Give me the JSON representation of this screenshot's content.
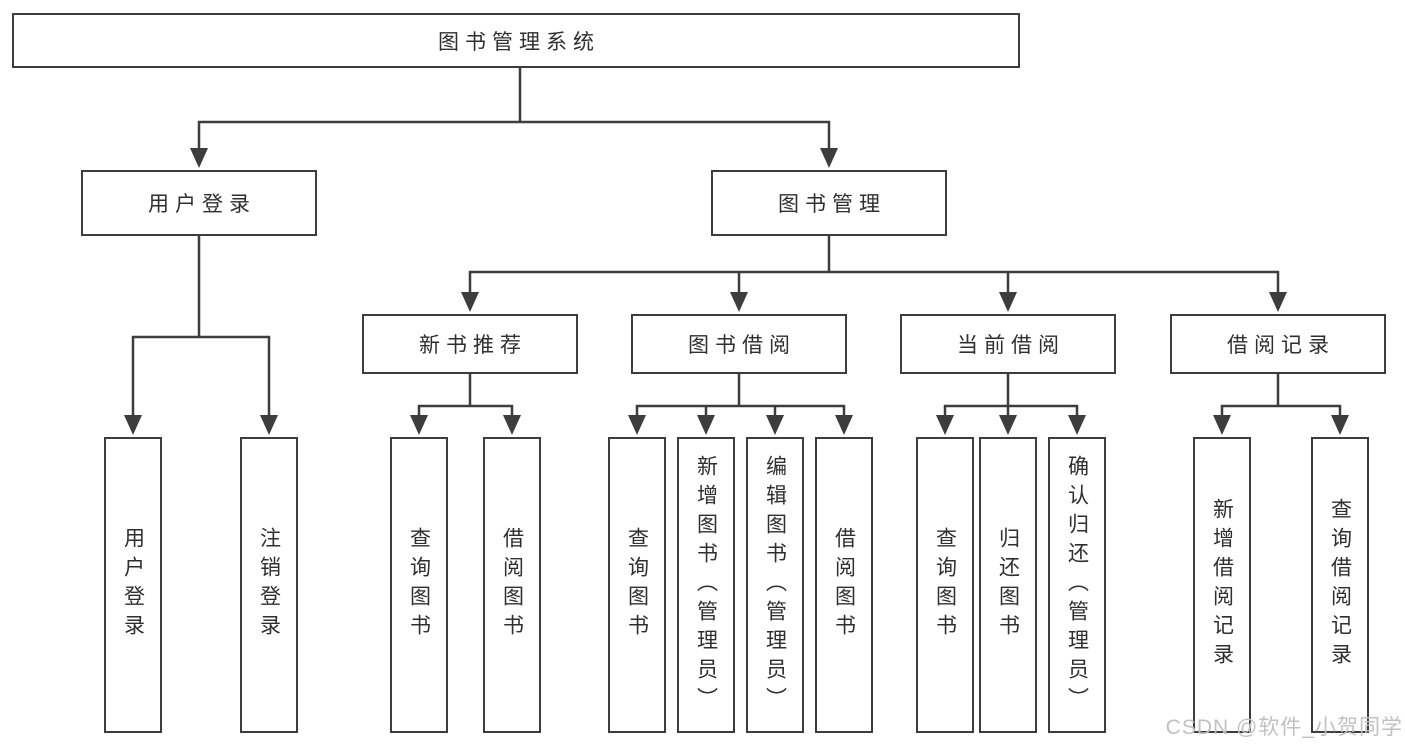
{
  "diagram": {
    "root": {
      "label": "图书管理系统"
    },
    "level2": [
      {
        "label": "用户登录",
        "children": [
          {
            "label": "用户登录"
          },
          {
            "label": "注销登录"
          }
        ]
      },
      {
        "label": "图书管理",
        "children": [
          {
            "label": "新书推荐",
            "children": [
              {
                "label": "查询图书"
              },
              {
                "label": "借阅图书"
              }
            ]
          },
          {
            "label": "图书借阅",
            "children": [
              {
                "label": "查询图书"
              },
              {
                "label": "新增图书（管理员）"
              },
              {
                "label": "编辑图书（管理员）"
              },
              {
                "label": "借阅图书"
              }
            ]
          },
          {
            "label": "当前借阅",
            "children": [
              {
                "label": "查询图书"
              },
              {
                "label": "归还图书"
              },
              {
                "label": "确认归还（管理员）"
              }
            ]
          },
          {
            "label": "借阅记录",
            "children": [
              {
                "label": "新增借阅记录"
              },
              {
                "label": "查询借阅记录"
              }
            ]
          }
        ]
      }
    ]
  },
  "watermark": {
    "text": "CSDN @软件_小贺同学"
  },
  "colors": {
    "background": "#ffffff",
    "line": "#3d3d3d",
    "box_border": "#3d3d3d",
    "text": "#2f2f2f",
    "watermark": "#c5bfc1"
  }
}
